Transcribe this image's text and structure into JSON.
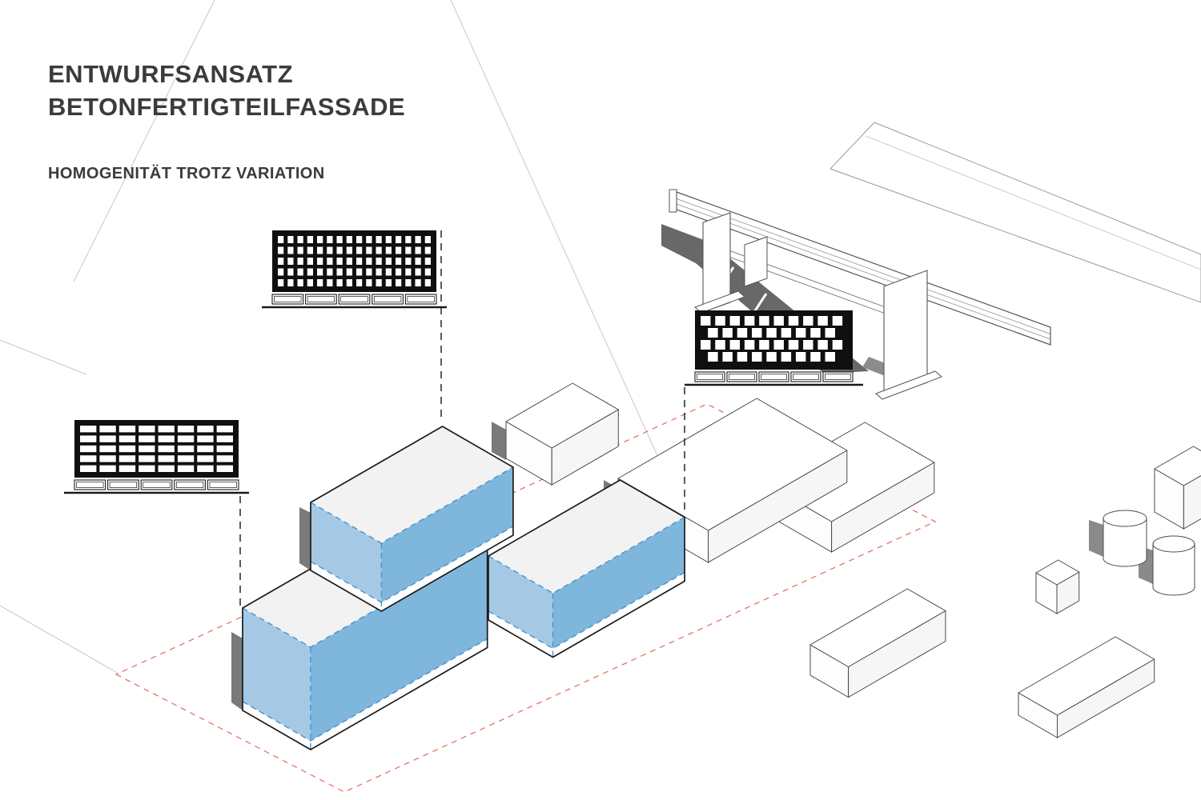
{
  "title": {
    "line1": "ENTWURFSANSATZ",
    "line2": "BETONFERTIGTEILFASSADE",
    "subtitle": "HOMOGENITÄT TROTZ VARIATION"
  },
  "colors": {
    "ink": "#1a1a1a",
    "title_text": "#3b3b3b",
    "swatch_black": "#0f0f0f",
    "volume_face_left": "#a5c9e5",
    "volume_face_right": "#7fb6dc",
    "volume_top": "#f2f2f2",
    "volume_dash": "#4a94cc",
    "boundary_red": "#e2695b",
    "context_stroke": "#4a4a4a",
    "shadow_dark": "#686868",
    "shadow_soft": "#7a7a7a",
    "faint_line": "#c8c8c8"
  },
  "diagram": {
    "facade_swatches": [
      {
        "id": "facade-swatch-vertical-slots",
        "pattern": "vertical-slots",
        "rows": 5,
        "cols": 16
      },
      {
        "id": "facade-swatch-horizontal-bands",
        "pattern": "horizontal-bands",
        "rows": 5,
        "cols": 8
      },
      {
        "id": "facade-swatch-checkerboard",
        "pattern": "checkerboard",
        "rows": 4,
        "cols": 10
      }
    ],
    "highlighted_volumes": 3
  }
}
